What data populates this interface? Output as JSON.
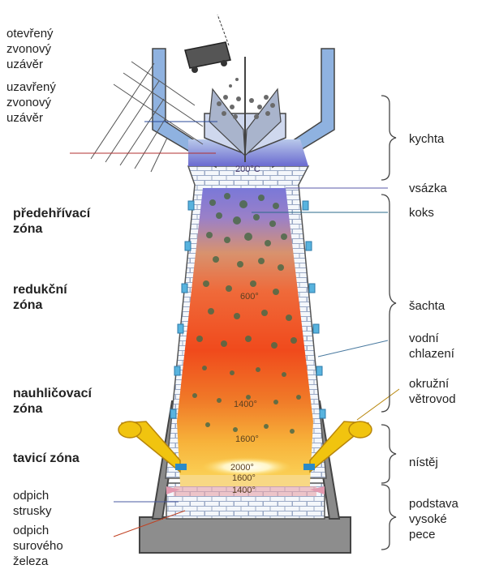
{
  "diagram": {
    "left_labels": {
      "open_bell": [
        "otevřený",
        "zvonový",
        "uzávěr"
      ],
      "closed_bell": [
        "uzavřený",
        "zvonový",
        "uzávěr"
      ],
      "preheat_zone": [
        "předehřívací",
        "zóna"
      ],
      "reduction_zone": [
        "redukční",
        "zóna"
      ],
      "carburizing_zone": [
        "nauhličovací",
        "zóna"
      ],
      "melting_zone": [
        "tavicí zóna"
      ],
      "slag_tap": [
        "odpich",
        "strusky"
      ],
      "iron_tap": [
        "odpich",
        "surového",
        "železa"
      ]
    },
    "right_labels": {
      "throat": [
        "kychta"
      ],
      "charge": [
        "vsázka"
      ],
      "coke": [
        "koks"
      ],
      "shaft": [
        "šachta"
      ],
      "water_cooling": [
        "vodní",
        "chlazení"
      ],
      "bustle_pipe": [
        "okružní",
        "větrovod"
      ],
      "hearth": [
        "nístěj"
      ],
      "base": [
        "podstava",
        "vysoké",
        "pece"
      ]
    },
    "temperatures": {
      "t200": "200°C",
      "t600": "600°",
      "t1400_upper": "1400°",
      "t1600_upper": "1600°",
      "t2000": "2000°",
      "t1600_lower": "1600°",
      "t1400_lower": "1400°"
    }
  }
}
